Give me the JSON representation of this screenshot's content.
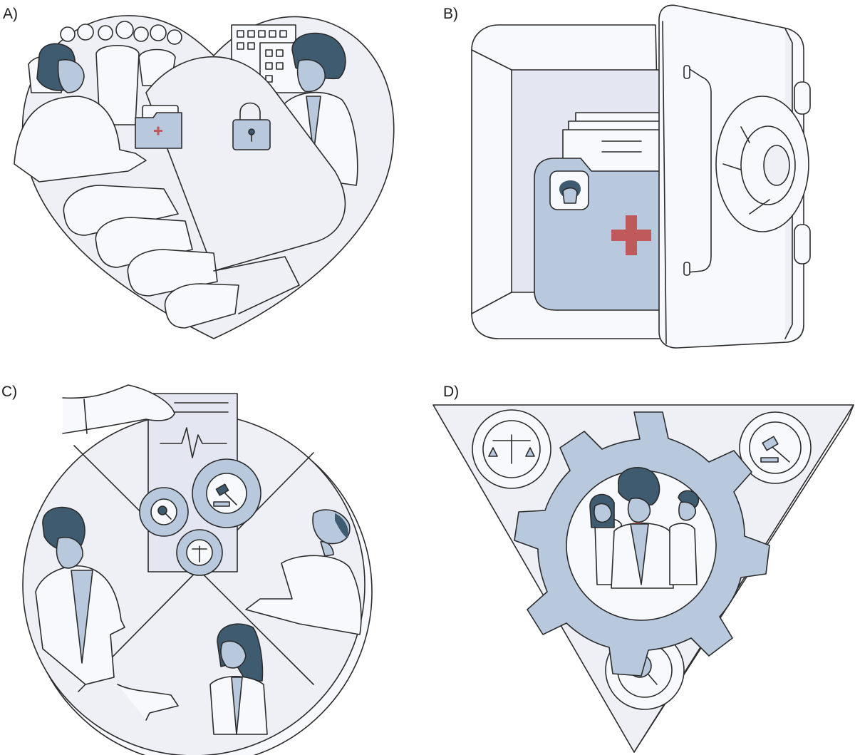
{
  "panels": [
    {
      "id": "A",
      "label": "A)"
    },
    {
      "id": "B",
      "label": "B)"
    },
    {
      "id": "C",
      "label": "C)"
    },
    {
      "id": "D",
      "label": "D)"
    }
  ],
  "colors": {
    "outline": "#2b2b2b",
    "pale_fill": "#eef0f6",
    "accent_blue": "#b9c9dd",
    "hair_dark": "#3f5b70",
    "medical_red": "#c0595b"
  },
  "icons": [
    "heart-shape-icon",
    "handshake-icon",
    "medical-folder-icon",
    "padlock-icon",
    "safe-icon",
    "gear-icon",
    "gavel-icon",
    "scales-icon",
    "magnifier-icon",
    "document-icon",
    "triangle-frame-icon"
  ]
}
